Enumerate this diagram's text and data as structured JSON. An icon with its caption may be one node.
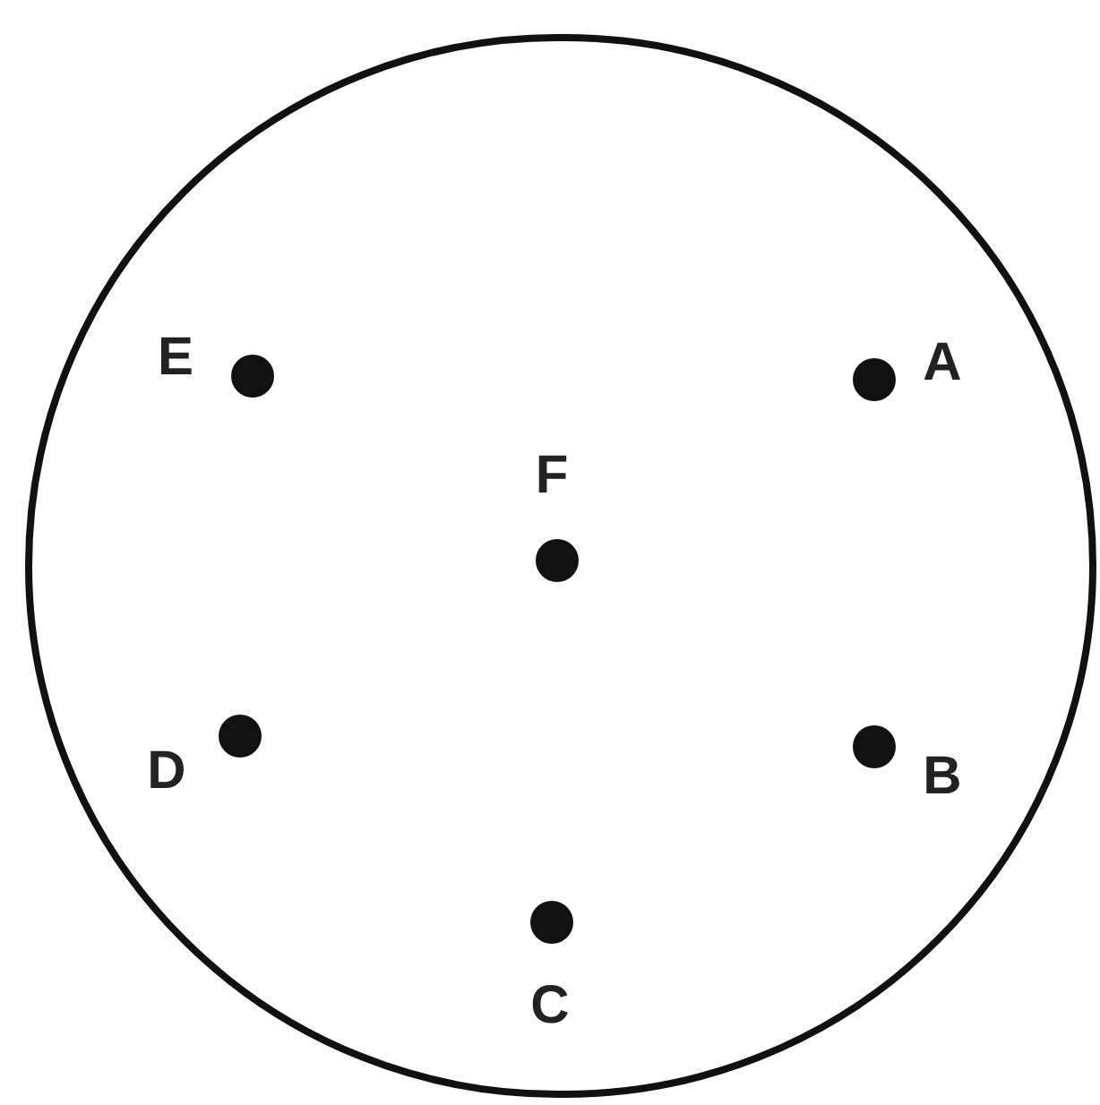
{
  "diagram": {
    "nodes": [
      {
        "text": [],
        "shape": "circle"
      },
      {
        "text": [],
        "shape": "circle",
        "in": 0,
        "beside": [
          "E"
        ]
      },
      {
        "text": [],
        "shape": "circle",
        "in": 0,
        "beside": [
          "A"
        ]
      },
      {
        "text": [],
        "shape": "circle",
        "in": 0,
        "beside": [
          "F"
        ]
      },
      {
        "text": [],
        "shape": "circle",
        "in": 0,
        "beside": [
          "D"
        ]
      },
      {
        "text": [],
        "shape": "circle",
        "in": 0,
        "beside": [
          "B"
        ]
      },
      {
        "text": [],
        "shape": "circle",
        "in": 0,
        "beside": [
          "C"
        ]
      }
    ]
  }
}
